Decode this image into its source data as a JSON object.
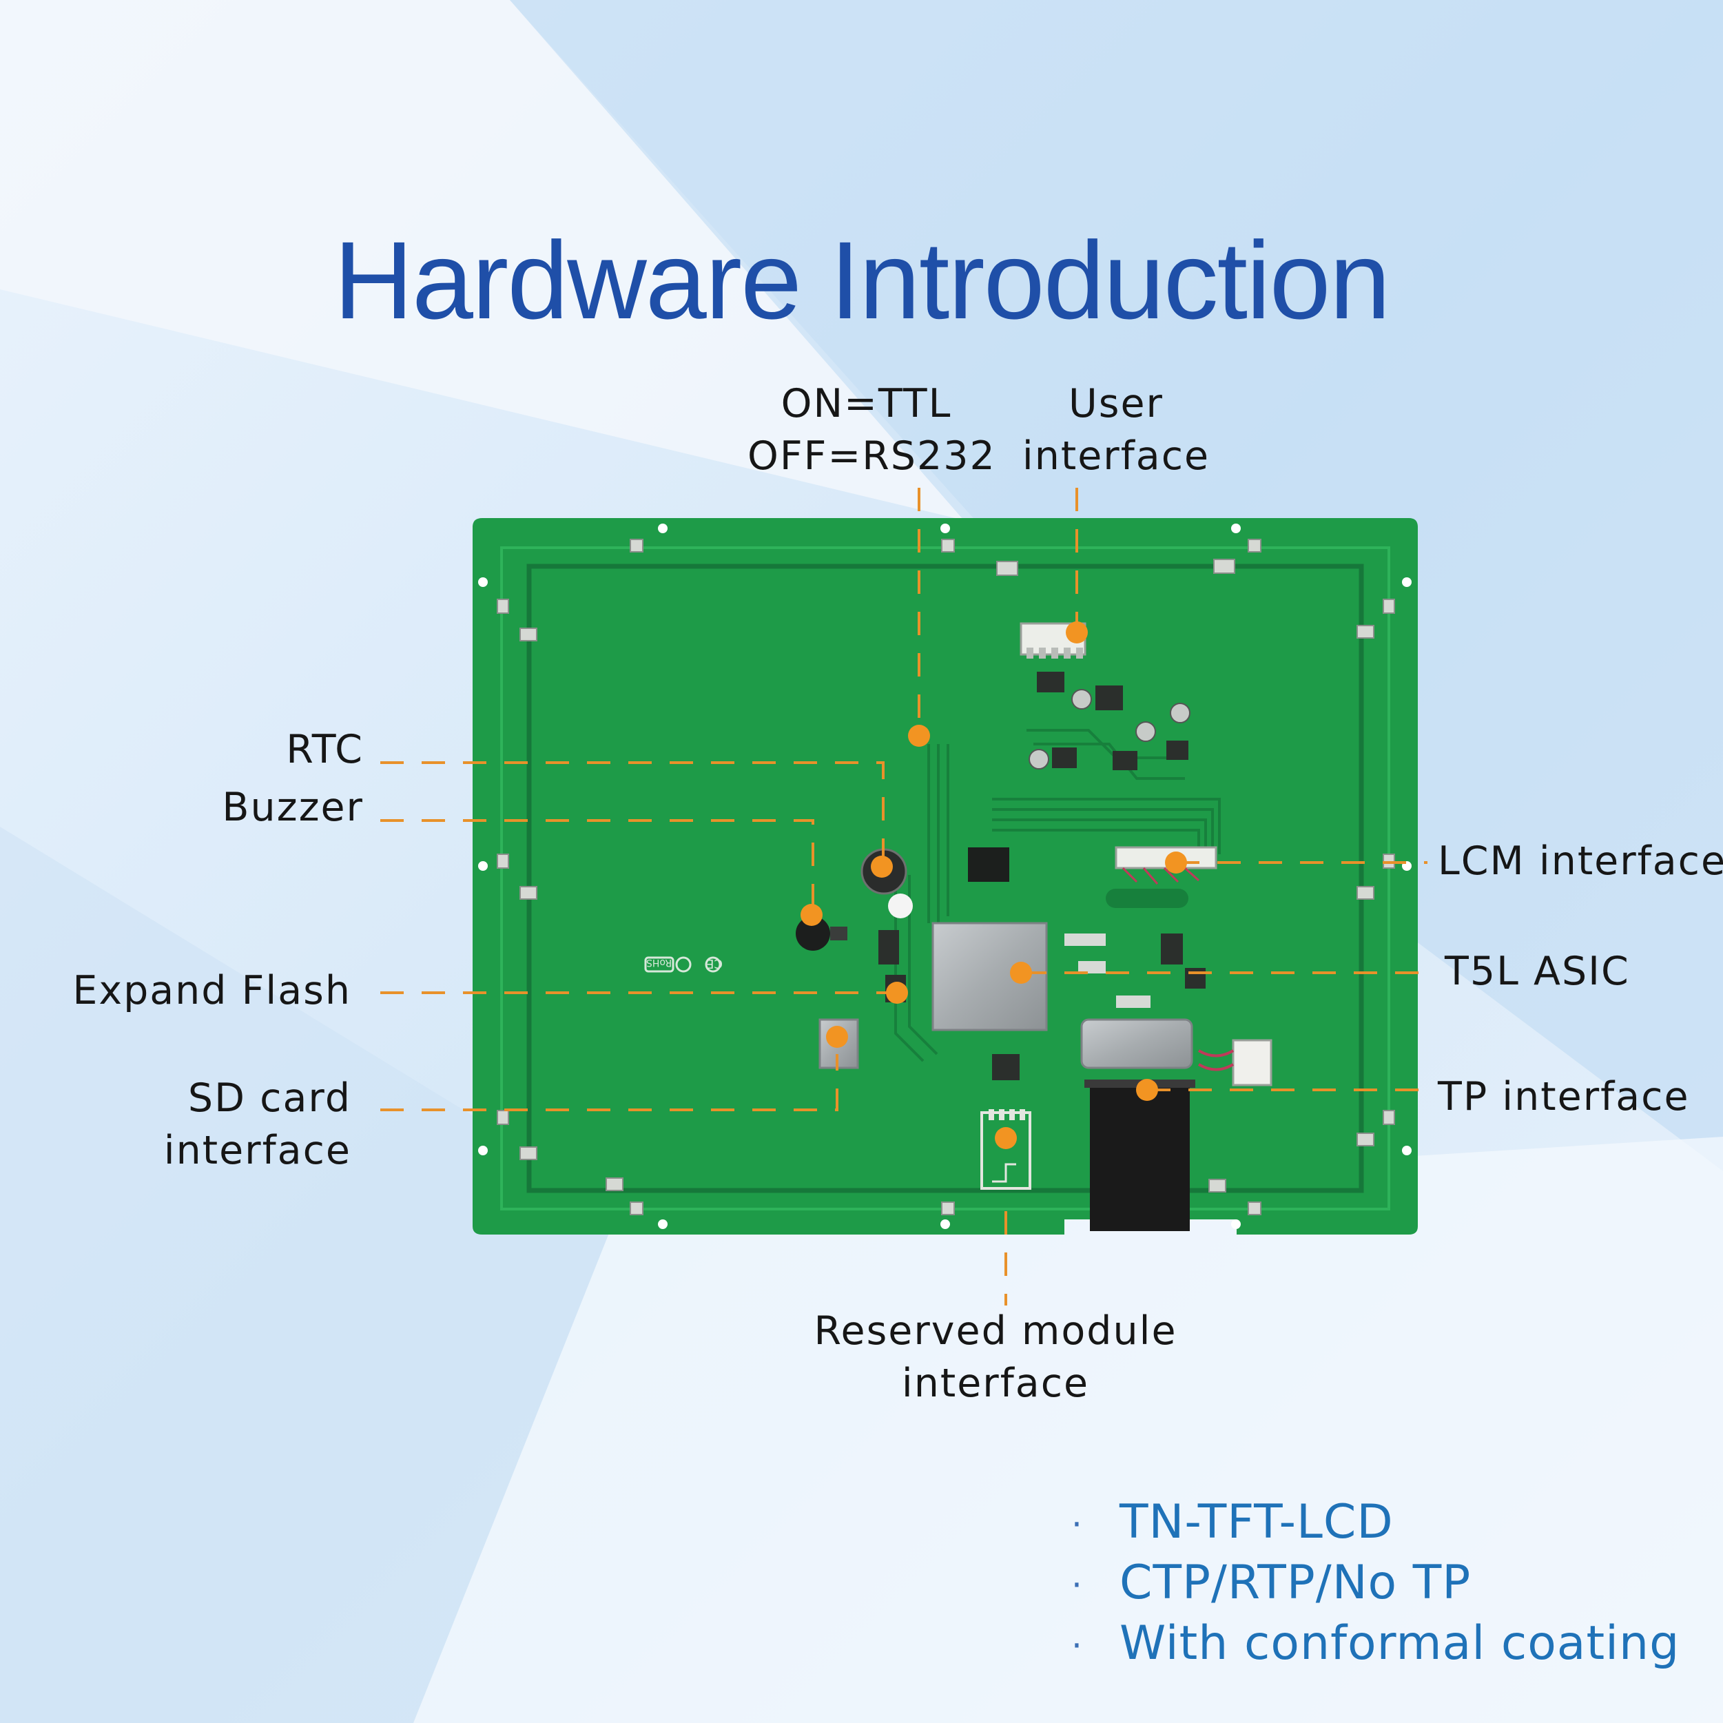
{
  "title": "Hardware Introduction",
  "labels": {
    "ttl_line1": "ON=TTL",
    "ttl_line2": "OFF=RS232",
    "user_line1": "User",
    "user_line2": "interface",
    "rtc": "RTC",
    "buzzer": "Buzzer",
    "expand_flash": "Expand Flash",
    "sd_line1": "SD card",
    "sd_line2": "interface",
    "lcm": "LCM interface",
    "asic": "T5L ASIC",
    "tp": "TP interface",
    "reserved_line1": "Reserved module",
    "reserved_line2": "interface"
  },
  "board_marks": {
    "rohs": "RoHS",
    "ce": "CE"
  },
  "features": [
    {
      "bullet": "·",
      "text": "TN-TFT-LCD"
    },
    {
      "bullet": "·",
      "text": "CTP/RTP/No TP"
    },
    {
      "bullet": "·",
      "text": "With conformal coating"
    }
  ],
  "colors": {
    "title": "#1f4fa8",
    "feature_text": "#1f72b8",
    "pcb": "#1e9b48",
    "leader_line": "#e8912a",
    "marker": "#f29422"
  }
}
